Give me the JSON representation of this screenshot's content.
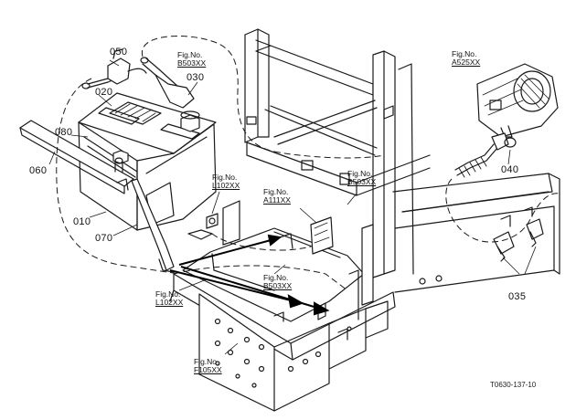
{
  "parts": {
    "p050": "050",
    "p020": "020",
    "p030": "030",
    "p080": "080",
    "p060": "060",
    "p010": "010",
    "p070": "070",
    "p040": "040",
    "p035": "035"
  },
  "fig_refs": {
    "b503_top": {
      "prefix": "Fig.No.",
      "ref": "B503XX"
    },
    "a525": {
      "prefix": "Fig.No.",
      "ref": "A525XX"
    },
    "l102_mid": {
      "prefix": "Fig.No.",
      "ref": "L102XX"
    },
    "a111": {
      "prefix": "Fig.No.",
      "ref": "A111XX"
    },
    "b503_right": {
      "prefix": "Fig.No.",
      "ref": "B503XX"
    },
    "b503_bottom": {
      "prefix": "Fig.No.",
      "ref": "B503XX"
    },
    "l102_left": {
      "prefix": "Fig.No.",
      "ref": "L102XX"
    },
    "f105": {
      "prefix": "Fig.No.",
      "ref": "F105XX"
    }
  },
  "drawing_code": "T0630-137-10"
}
